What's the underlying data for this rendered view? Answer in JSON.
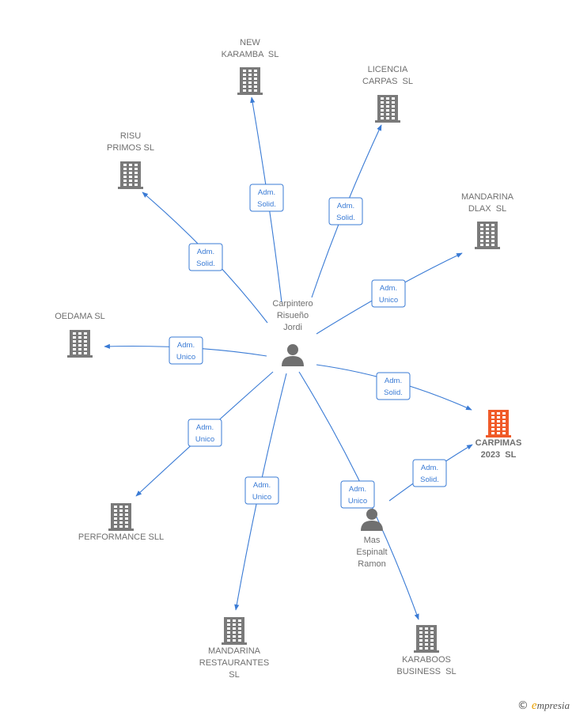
{
  "colors": {
    "edge": "#3a7bd5",
    "company": "#7a7a7a",
    "company_highlight": "#f05a28",
    "person": "#707070",
    "label": "#6f6f6f"
  },
  "nodes": [
    {
      "id": "carpintero",
      "type": "person",
      "lines": [
        "Carpintero",
        "Risueño",
        "Jordi"
      ]
    },
    {
      "id": "mas",
      "type": "person",
      "lines": [
        "Mas",
        "Espinalt",
        "Ramon"
      ]
    },
    {
      "id": "new_karamba",
      "type": "company",
      "lines": [
        "NEW",
        "KARAMBA  SL"
      ]
    },
    {
      "id": "licencia",
      "type": "company",
      "lines": [
        "LICENCIA",
        "CARPAS  SL"
      ]
    },
    {
      "id": "risu",
      "type": "company",
      "lines": [
        "RISU",
        "PRIMOS SL"
      ]
    },
    {
      "id": "mandarina_dlax",
      "type": "company",
      "lines": [
        "MANDARINA",
        "DLAX  SL"
      ]
    },
    {
      "id": "oedama",
      "type": "company",
      "lines": [
        "OEDAMA SL"
      ]
    },
    {
      "id": "carpimas",
      "type": "company",
      "highlight": true,
      "lines": [
        "CARPIMAS",
        "2023  SL"
      ]
    },
    {
      "id": "performance",
      "type": "company",
      "lines": [
        "PERFORMANCE SLL"
      ]
    },
    {
      "id": "mandarina_rest",
      "type": "company",
      "lines": [
        "MANDARINA",
        "RESTAURANTES",
        "SL"
      ]
    },
    {
      "id": "karaboos",
      "type": "company",
      "lines": [
        "KARABOOS",
        "BUSINESS  SL"
      ]
    }
  ],
  "edges": [
    {
      "from": "carpintero",
      "to": "new_karamba",
      "label": [
        "Adm.",
        "Solid."
      ]
    },
    {
      "from": "carpintero",
      "to": "licencia",
      "label": [
        "Adm.",
        "Solid."
      ]
    },
    {
      "from": "carpintero",
      "to": "risu",
      "label": [
        "Adm.",
        "Solid."
      ]
    },
    {
      "from": "carpintero",
      "to": "mandarina_dlax",
      "label": [
        "Adm.",
        "Unico"
      ]
    },
    {
      "from": "carpintero",
      "to": "oedama",
      "label": [
        "Adm.",
        "Unico"
      ]
    },
    {
      "from": "carpintero",
      "to": "carpimas",
      "label": [
        "Adm.",
        "Solid."
      ]
    },
    {
      "from": "carpintero",
      "to": "performance",
      "label": [
        "Adm.",
        "Unico"
      ]
    },
    {
      "from": "carpintero",
      "to": "mandarina_rest",
      "label": [
        "Adm.",
        "Unico"
      ]
    },
    {
      "from": "carpintero",
      "to": "karaboos",
      "label": [
        "Adm.",
        "Unico"
      ]
    },
    {
      "from": "mas",
      "to": "carpimas",
      "label": [
        "Adm.",
        "Solid."
      ]
    }
  ],
  "watermark": {
    "copyright": "©",
    "brand_initial": "e",
    "brand_rest": "mpresia"
  }
}
